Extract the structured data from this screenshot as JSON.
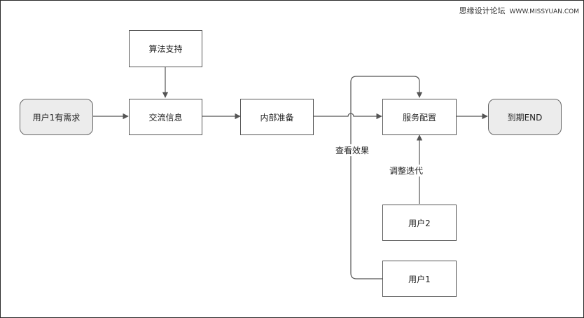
{
  "watermark": {
    "site_name": "思缘设计论坛",
    "site_url": "WWW.MISSYUAN.COM"
  },
  "nodes": {
    "user1_need": "用户1有需求",
    "algorithm_support": "算法支持",
    "communication": "交流信息",
    "internal_prep": "内部准备",
    "service_config": "服务配置",
    "expire_end": "到期END",
    "user2": "用户2",
    "user1": "用户1"
  },
  "edge_labels": {
    "view_effect": "查看效果",
    "adjust_iterate": "调整迭代"
  },
  "colors": {
    "line": "#555555",
    "terminal_fill": "#ececec"
  }
}
